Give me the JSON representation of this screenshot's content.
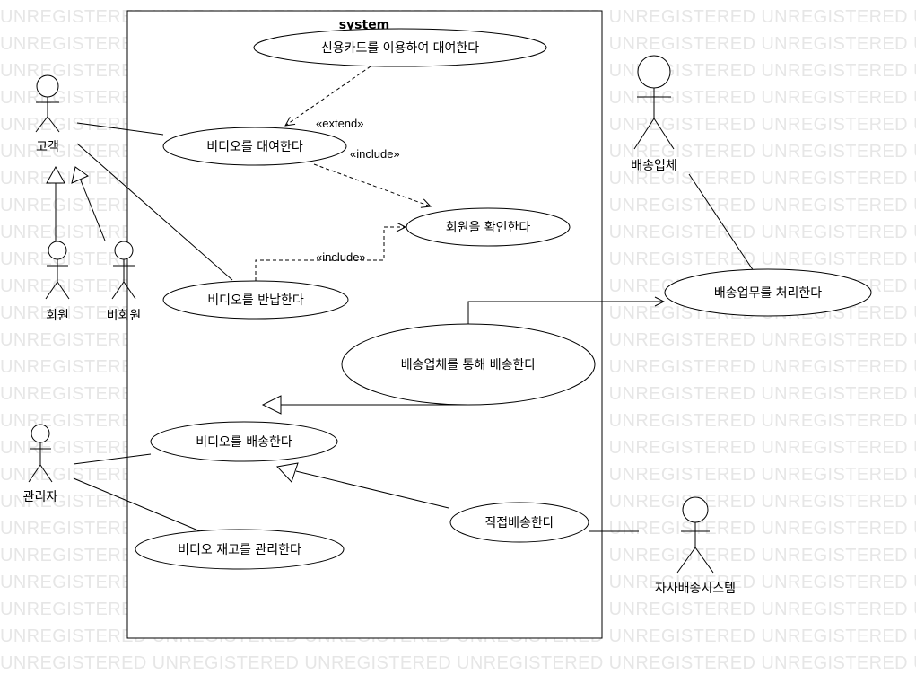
{
  "watermark": {
    "text": "UNREGISTERED"
  },
  "system": {
    "title": "system"
  },
  "actors": {
    "customer": "고객",
    "member": "회원",
    "non_member": "비회원",
    "manager": "관리자",
    "delivery_company": "배송업체",
    "own_delivery_system": "자사배송시스템"
  },
  "use_cases": {
    "rent_by_credit_card": "신용카드를 이용하여 대여한다",
    "rent_video": "비디오를 대여한다",
    "verify_member": "회원을 확인한다",
    "return_video": "비디오를 반납한다",
    "handle_delivery": "배송업무를 처리한다",
    "deliver_via_company": "배송업체를 통해 배송한다",
    "deliver_video": "비디오를 배송한다",
    "direct_delivery": "직접배송한다",
    "manage_inventory": "비디오 재고를 관리한다"
  },
  "stereotypes": {
    "extend": "«extend»",
    "include_1": "«include»",
    "include_2": "«include»"
  }
}
